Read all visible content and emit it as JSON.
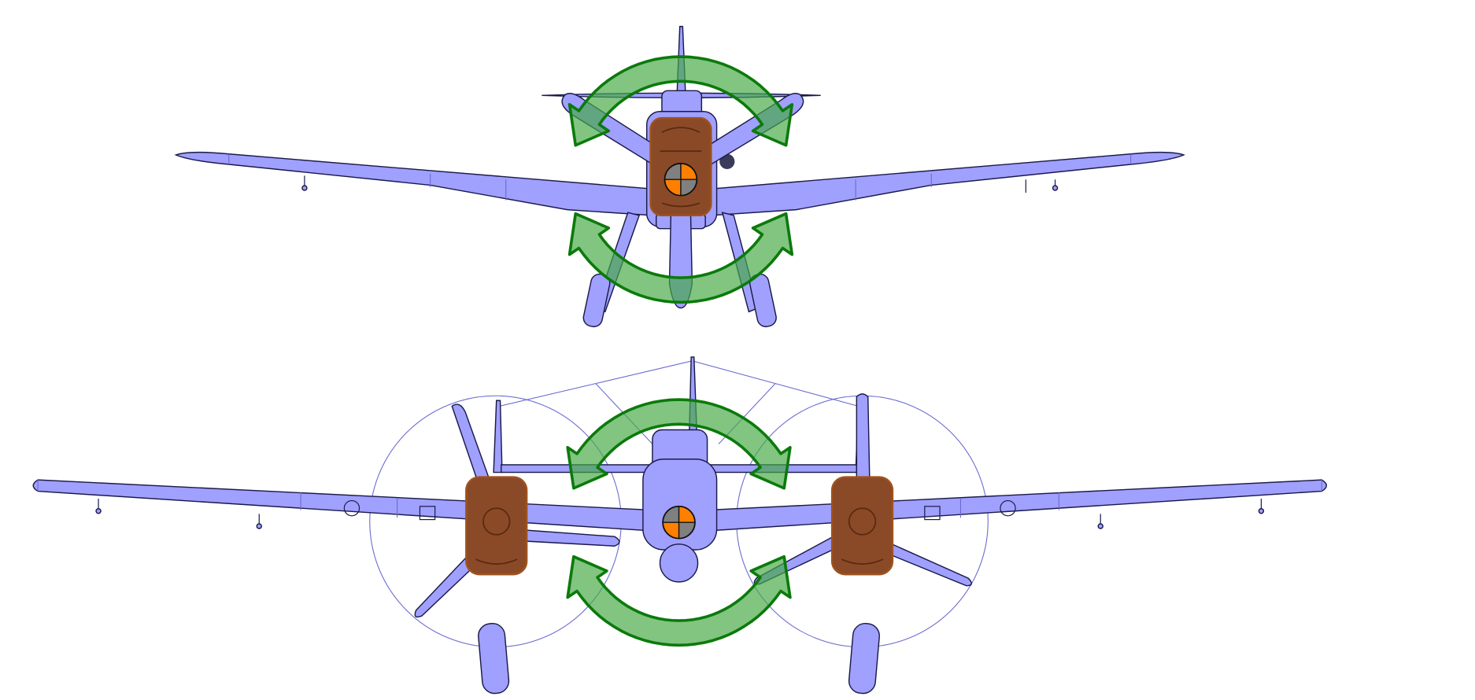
{
  "colors": {
    "airframe": "#a0a0ff",
    "outline": "#1a1a4a",
    "engine": "#8a4a28",
    "rotation_arrow": "#46aa46",
    "cg_marker_orange": "#ff8000",
    "cg_marker_gray": "#808080"
  },
  "views": [
    {
      "name": "single-engine-front-view",
      "rotation_arrows": 2,
      "cg_marker": true
    },
    {
      "name": "twin-engine-front-view",
      "rotation_arrows": 2,
      "cg_marker": true
    }
  ],
  "icons": [
    "rotation-arrow-icon",
    "center-of-gravity-icon"
  ]
}
